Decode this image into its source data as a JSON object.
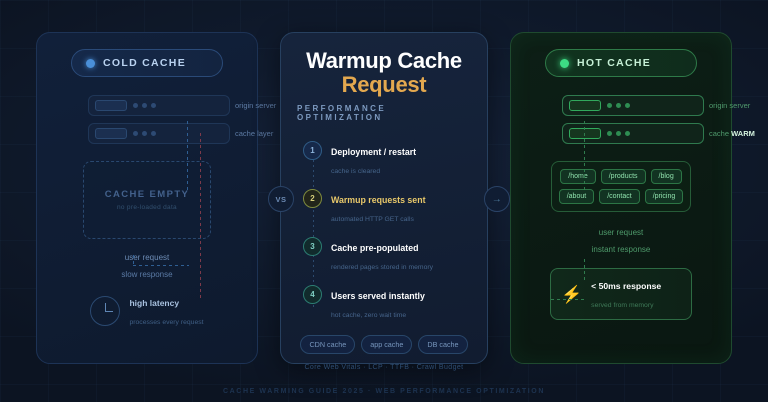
{
  "cold": {
    "pill_label": "COLD CACHE",
    "rows": [
      {
        "label": "origin server"
      },
      {
        "label": "cache layer"
      }
    ],
    "empty_title": "CACHE EMPTY",
    "empty_sub": "no pre-loaded data",
    "user_request": "user request",
    "response": "slow response",
    "latency_title": "high latency",
    "latency_sub": "processes every request"
  },
  "center": {
    "title_line1": "Warmup Cache",
    "title_line2": "Request",
    "subtitle": "PERFORMANCE OPTIMIZATION",
    "steps": [
      {
        "num": "1",
        "title": "Deployment / restart",
        "sub": "cache is cleared"
      },
      {
        "num": "2",
        "title": "Warmup requests sent",
        "sub": "automated HTTP GET calls"
      },
      {
        "num": "3",
        "title": "Cache pre-populated",
        "sub": "rendered pages stored in memory"
      },
      {
        "num": "4",
        "title": "Users served instantly",
        "sub": "hot cache, zero wait time"
      }
    ],
    "tags": [
      "CDN cache",
      "app cache",
      "DB cache"
    ],
    "footer": "Core Web Vitals · LCP · TTFB · Crawl Budget"
  },
  "hot": {
    "pill_label": "HOT CACHE",
    "rows": [
      {
        "label": "origin server",
        "tag": ""
      },
      {
        "label": "cache ",
        "tag": "WARM"
      }
    ],
    "pages": [
      "/home",
      "/products",
      "/blog",
      "/about",
      "/contact",
      "/pricing"
    ],
    "user_request": "user request",
    "response": "instant response",
    "badge_title": "< 50ms response",
    "badge_sub": "served from memory"
  },
  "connectors": {
    "vs_label": "VS",
    "arrow_label": "→"
  },
  "footer": "CACHE WARMING GUIDE 2025 · WEB PERFORMANCE OPTIMIZATION"
}
